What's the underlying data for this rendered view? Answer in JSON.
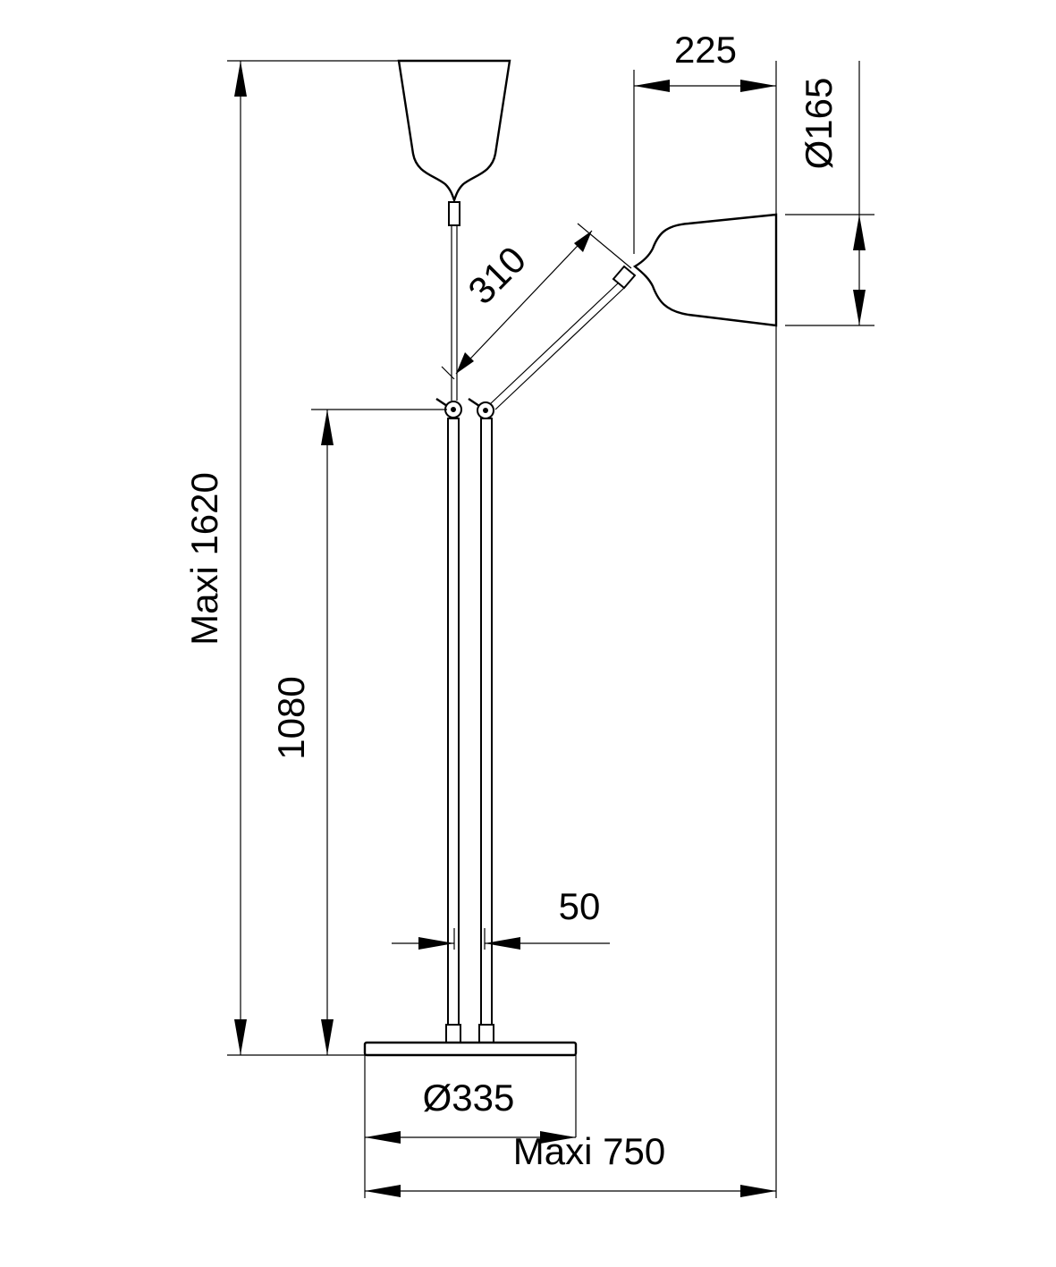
{
  "drawing": {
    "dimensions": {
      "total_height": "Maxi 1620",
      "joint_height": "1080",
      "arm_length": "310",
      "shade_offset": "225",
      "shade_diameter": "Ø165",
      "pole_spacing": "50",
      "base_diameter": "Ø335",
      "total_width": "Maxi 750"
    }
  }
}
